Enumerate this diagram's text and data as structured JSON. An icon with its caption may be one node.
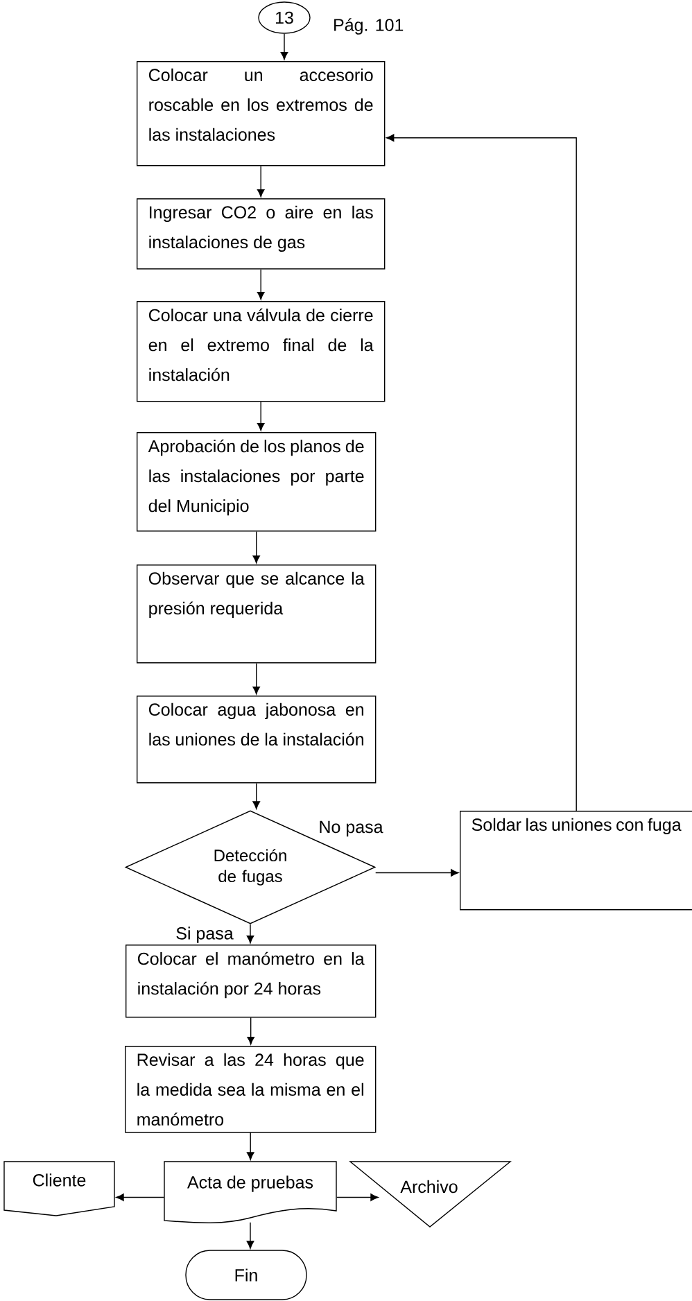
{
  "diagram": {
    "nodes": [
      {
        "text": [
          "13"
        ]
      },
      {
        "text": [
          "Colocar un accesorio roscable en los extremos de las instalaciones"
        ]
      },
      {
        "text": [
          "Ingresar CO2 o aire en las instalaciones de gas"
        ]
      },
      {
        "text": [
          "Colocar una  válvula de cierre en el extremo final de la instalación"
        ]
      },
      {
        "text": [
          "Aprobación de los planos de las instalaciones por parte del Municipio"
        ]
      },
      {
        "text": [
          "Observar que se alcance la presión requerida"
        ]
      },
      {
        "text": [
          "Colocar agua jabonosa en las uniones de la instalación"
        ]
      },
      {
        "text": [
          "Detección de fugas"
        ]
      },
      {
        "text": [
          "Soldar las uniones con fuga"
        ]
      },
      {
        "text": [
          "Colocar el manómetro en la instalación por 24 horas"
        ]
      },
      {
        "text": [
          "Revisar a las 24 horas que la medida sea la misma en el manómetro"
        ]
      },
      {
        "text": [
          "Acta de pruebas"
        ]
      },
      {
        "text": [
          "Cliente"
        ]
      },
      {
        "text": [
          "Archivo"
        ]
      },
      {
        "text": [
          "Fin"
        ]
      }
    ],
    "edges": [
      {
        "from": 0,
        "to": 1,
        "arrow": "to"
      },
      {
        "from": 1,
        "to": 2,
        "arrow": "to"
      },
      {
        "from": 2,
        "to": 3,
        "arrow": "to"
      },
      {
        "from": 3,
        "to": 4,
        "arrow": "to"
      },
      {
        "from": 4,
        "to": 5,
        "arrow": "to"
      },
      {
        "from": 5,
        "to": 6,
        "arrow": "to"
      },
      {
        "from": 6,
        "to": 7,
        "arrow": "to"
      },
      {
        "from": 7,
        "to": 8,
        "arrow": "to",
        "label": "No pasa"
      },
      {
        "from": 8,
        "to": 1,
        "arrow": "to"
      },
      {
        "from": 7,
        "to": 9,
        "arrow": "to",
        "label": "Si pasa"
      },
      {
        "from": 9,
        "to": 10,
        "arrow": "to"
      },
      {
        "from": 10,
        "to": 11,
        "arrow": "to"
      },
      {
        "from": 11,
        "to": 12,
        "arrow": "to"
      },
      {
        "from": 11,
        "to": 13,
        "arrow": "to"
      },
      {
        "from": 11,
        "to": 14,
        "arrow": "to"
      }
    ],
    "labels": [
      "Pág. 101"
    ]
  }
}
